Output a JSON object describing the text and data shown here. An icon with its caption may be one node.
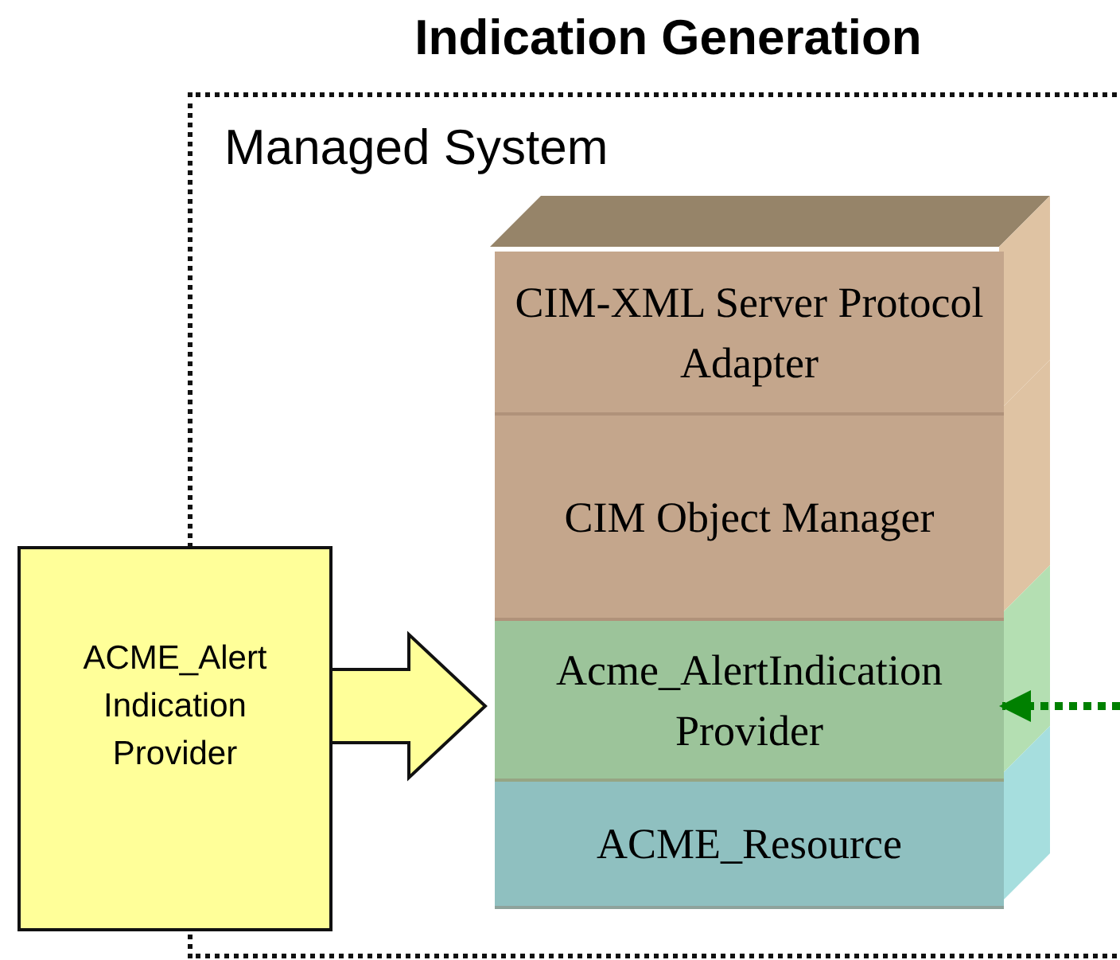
{
  "diagram": {
    "title": "Indication Generation",
    "nodes": [
      {
        "text": [
          "Managed System"
        ]
      },
      {
        "text": [
          "CIM-XML Server Protocol Adapter"
        ],
        "in": 0
      },
      {
        "text": [
          "CIM Object Manager"
        ],
        "in": 0
      },
      {
        "text": [
          "Acme_AlertIndication Provider"
        ],
        "in": 0
      },
      {
        "text": [
          "ACME_Resource"
        ],
        "in": 0
      },
      {
        "text": [
          "ACME_Alert Indication Provider"
        ]
      }
    ],
    "edges": [
      {
        "from": 5,
        "to": 3,
        "arrow": "to"
      },
      {
        "from": null,
        "to": 3,
        "arrow": "to",
        "style": "dashed",
        "color": "#008000"
      }
    ]
  }
}
